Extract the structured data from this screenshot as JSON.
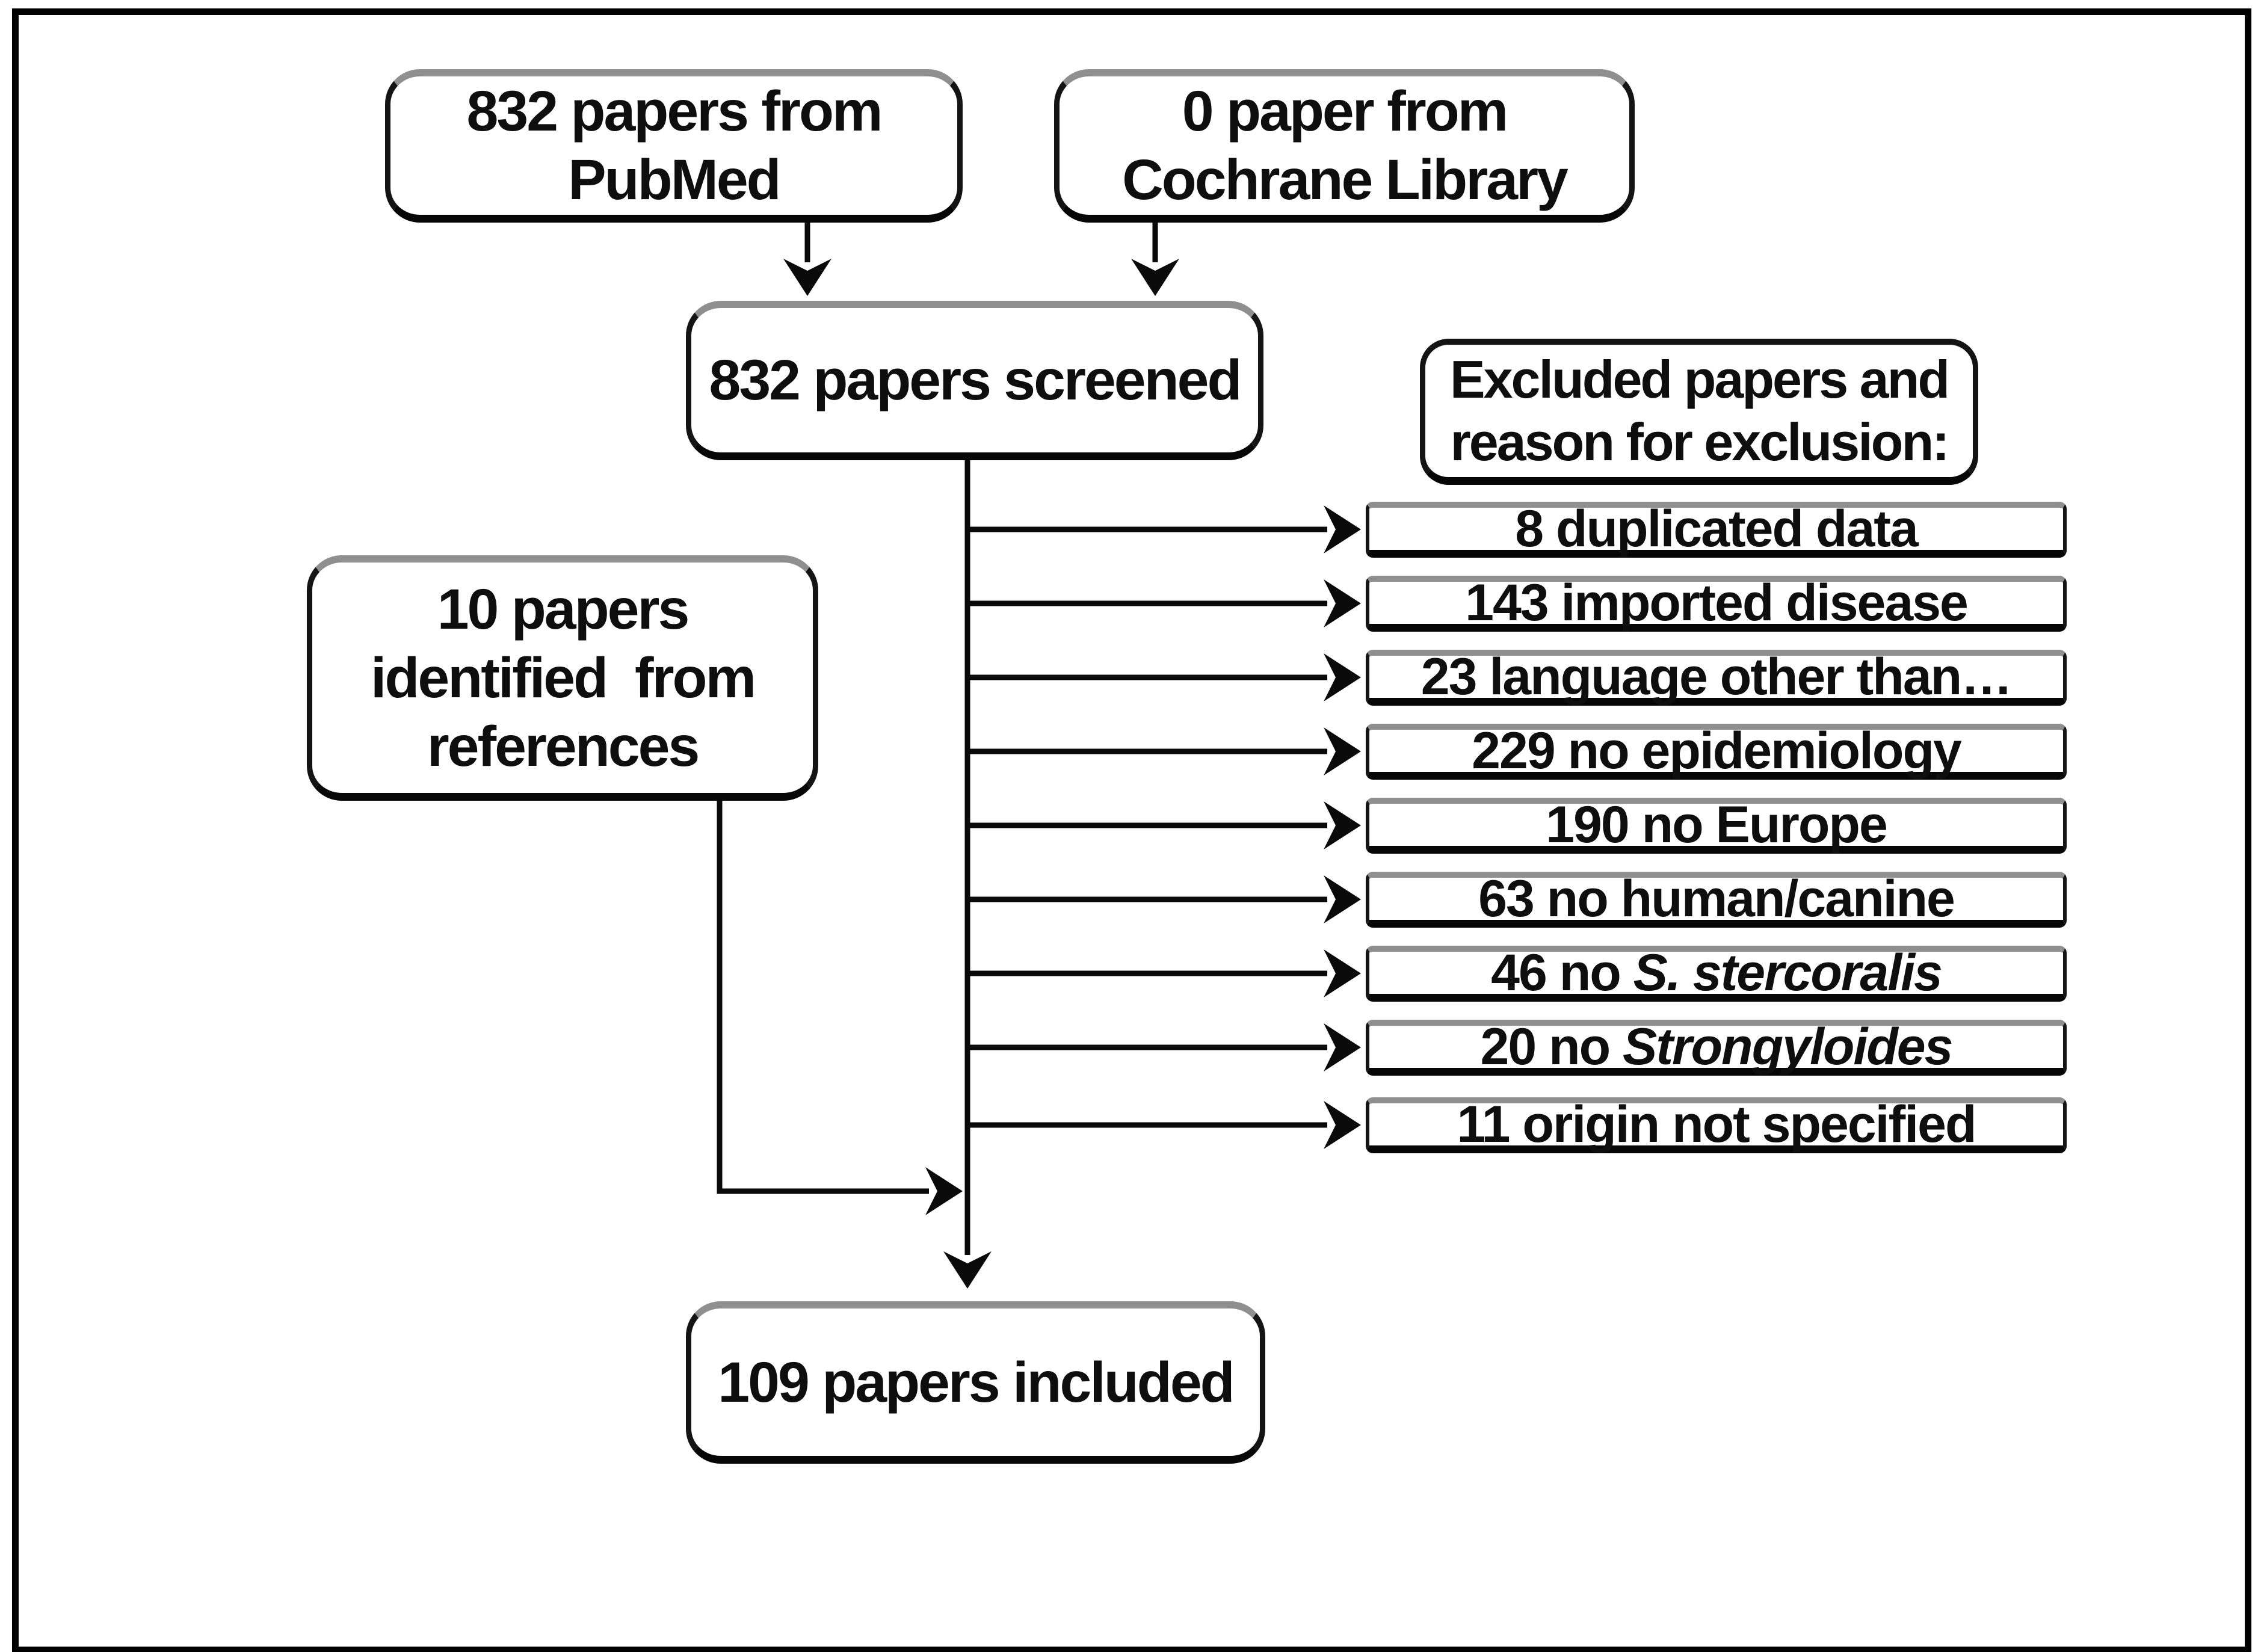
{
  "diagram": {
    "colors": {
      "ink": "#0e0e0e",
      "shadow_gray": "#8f8f8f",
      "background": "#ffffff"
    },
    "sources": [
      {
        "line1": "832 papers from",
        "line2": "PubMed"
      },
      {
        "line1": "0 paper from",
        "line2": "Cochrane Library"
      }
    ],
    "screened": {
      "label": "832 papers screened"
    },
    "excluded_header": {
      "line1": "Excluded papers and",
      "line2": "reason for exclusion:"
    },
    "exclusions": [
      {
        "prefix": "8 duplicated data",
        "italic": ""
      },
      {
        "prefix": "143 imported disease",
        "italic": ""
      },
      {
        "prefix": "23 language other than…",
        "italic": ""
      },
      {
        "prefix": "229 no epidemiology",
        "italic": ""
      },
      {
        "prefix": "190 no Europe",
        "italic": ""
      },
      {
        "prefix": "63 no human/canine",
        "italic": ""
      },
      {
        "prefix": "46 no ",
        "italic": "S. stercoralis"
      },
      {
        "prefix": "20 no ",
        "italic": "Strongyloides"
      },
      {
        "prefix": "11 origin not specified",
        "italic": ""
      }
    ],
    "references_box": {
      "line1": "10 papers",
      "line2": "identified  from",
      "line3": "references"
    },
    "included": {
      "label": "109 papers included"
    }
  }
}
